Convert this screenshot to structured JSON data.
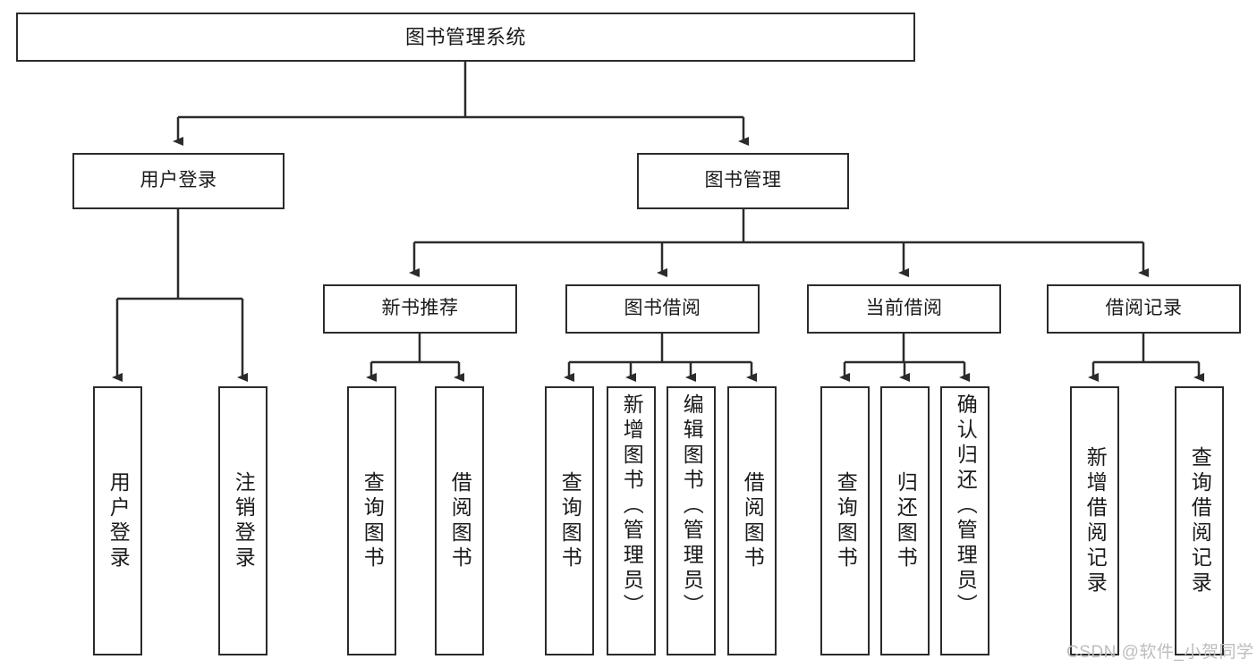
{
  "diagram": {
    "title": "图书管理系统",
    "type": "hierarchy-tree",
    "root": {
      "label": "图书管理系统"
    },
    "level1": [
      {
        "label": "用户登录"
      },
      {
        "label": "图书管理"
      }
    ],
    "level2": [
      {
        "label": "新书推荐"
      },
      {
        "label": "图书借阅"
      },
      {
        "label": "当前借阅"
      },
      {
        "label": "借阅记录"
      }
    ],
    "leaves": {
      "user_login": [
        {
          "label": "用户登录"
        },
        {
          "label": "注销登录"
        }
      ],
      "new_book_recommend": [
        {
          "label": "查询图书"
        },
        {
          "label": "借阅图书"
        }
      ],
      "book_borrow": [
        {
          "label": "查询图书"
        },
        {
          "label": "新增图书（管理员）"
        },
        {
          "label": "编辑图书（管理员）"
        },
        {
          "label": "借阅图书"
        }
      ],
      "current_borrow": [
        {
          "label": "查询图书"
        },
        {
          "label": "归还图书"
        },
        {
          "label": "确认归还（管理员）"
        }
      ],
      "borrow_record": [
        {
          "label": "新增借阅记录"
        },
        {
          "label": "查询借阅记录"
        }
      ]
    }
  },
  "watermark": {
    "text": "CSDN @软件_小贺同学"
  },
  "colors": {
    "stroke": "#2b2b2b",
    "fill": "#ffffff",
    "text": "#1a1a1a",
    "watermark": "#bdbdbd"
  }
}
